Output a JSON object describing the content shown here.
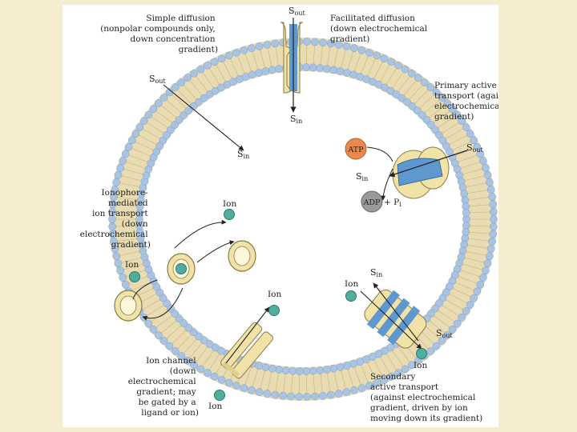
{
  "simple_diffusion": {
    "lines": [
      "Simple diffusion",
      "(nonpolar compounds only,",
      "down concentration",
      "gradient)"
    ],
    "s_out": "S",
    "s_out_sub": "out",
    "s_in": "S",
    "s_in_sub": "in"
  },
  "facilitated_diffusion": {
    "lines": [
      "Facilitated diffusion",
      "(down electrochemical",
      "gradient)"
    ],
    "s_out": "S",
    "s_out_sub": "out",
    "s_in": "S",
    "s_in_sub": "in"
  },
  "primary_active": {
    "lines": [
      "Primary active",
      "transport (against",
      "electrochemical",
      "gradient)"
    ],
    "atp": "ATP",
    "adp": "ADP",
    "plus_pi": "+ P",
    "pi_sub": "i",
    "s_out": "S",
    "s_out_sub": "out",
    "s_in": "S",
    "s_in_sub": "in"
  },
  "ionophore": {
    "lines": [
      "Ionophore-",
      "mediated",
      "ion transport",
      "(down",
      "electrochemical",
      "gradient)"
    ],
    "ion_inside": "Ion",
    "ion_outside": "Ion"
  },
  "ion_channel": {
    "lines": [
      "Ion channel",
      "(down",
      "electrochemical",
      "gradient; may",
      "be gated by a",
      "ligand or ion)"
    ],
    "ion_inside": "Ion",
    "ion_outside": "Ion"
  },
  "secondary_active": {
    "lines": [
      "Secondary",
      "active transport",
      "(against electrochemical",
      "gradient, driven by ion",
      "moving down its gradient)"
    ],
    "s_in": "S",
    "s_in_sub": "in",
    "s_out": "S",
    "s_out_sub": "out",
    "ion_inside": "Ion",
    "ion_outside": "Ion"
  },
  "colors": {
    "background": "#f6ecd0",
    "membrane_head": "#a9c3e2",
    "membrane_tail": "#e9dcb2",
    "protein": "#f1e3a8",
    "protein_channel": "#5f97cf",
    "ion": "#4fae9e",
    "atp": "#e8884e",
    "adp": "#9a9a9a"
  }
}
